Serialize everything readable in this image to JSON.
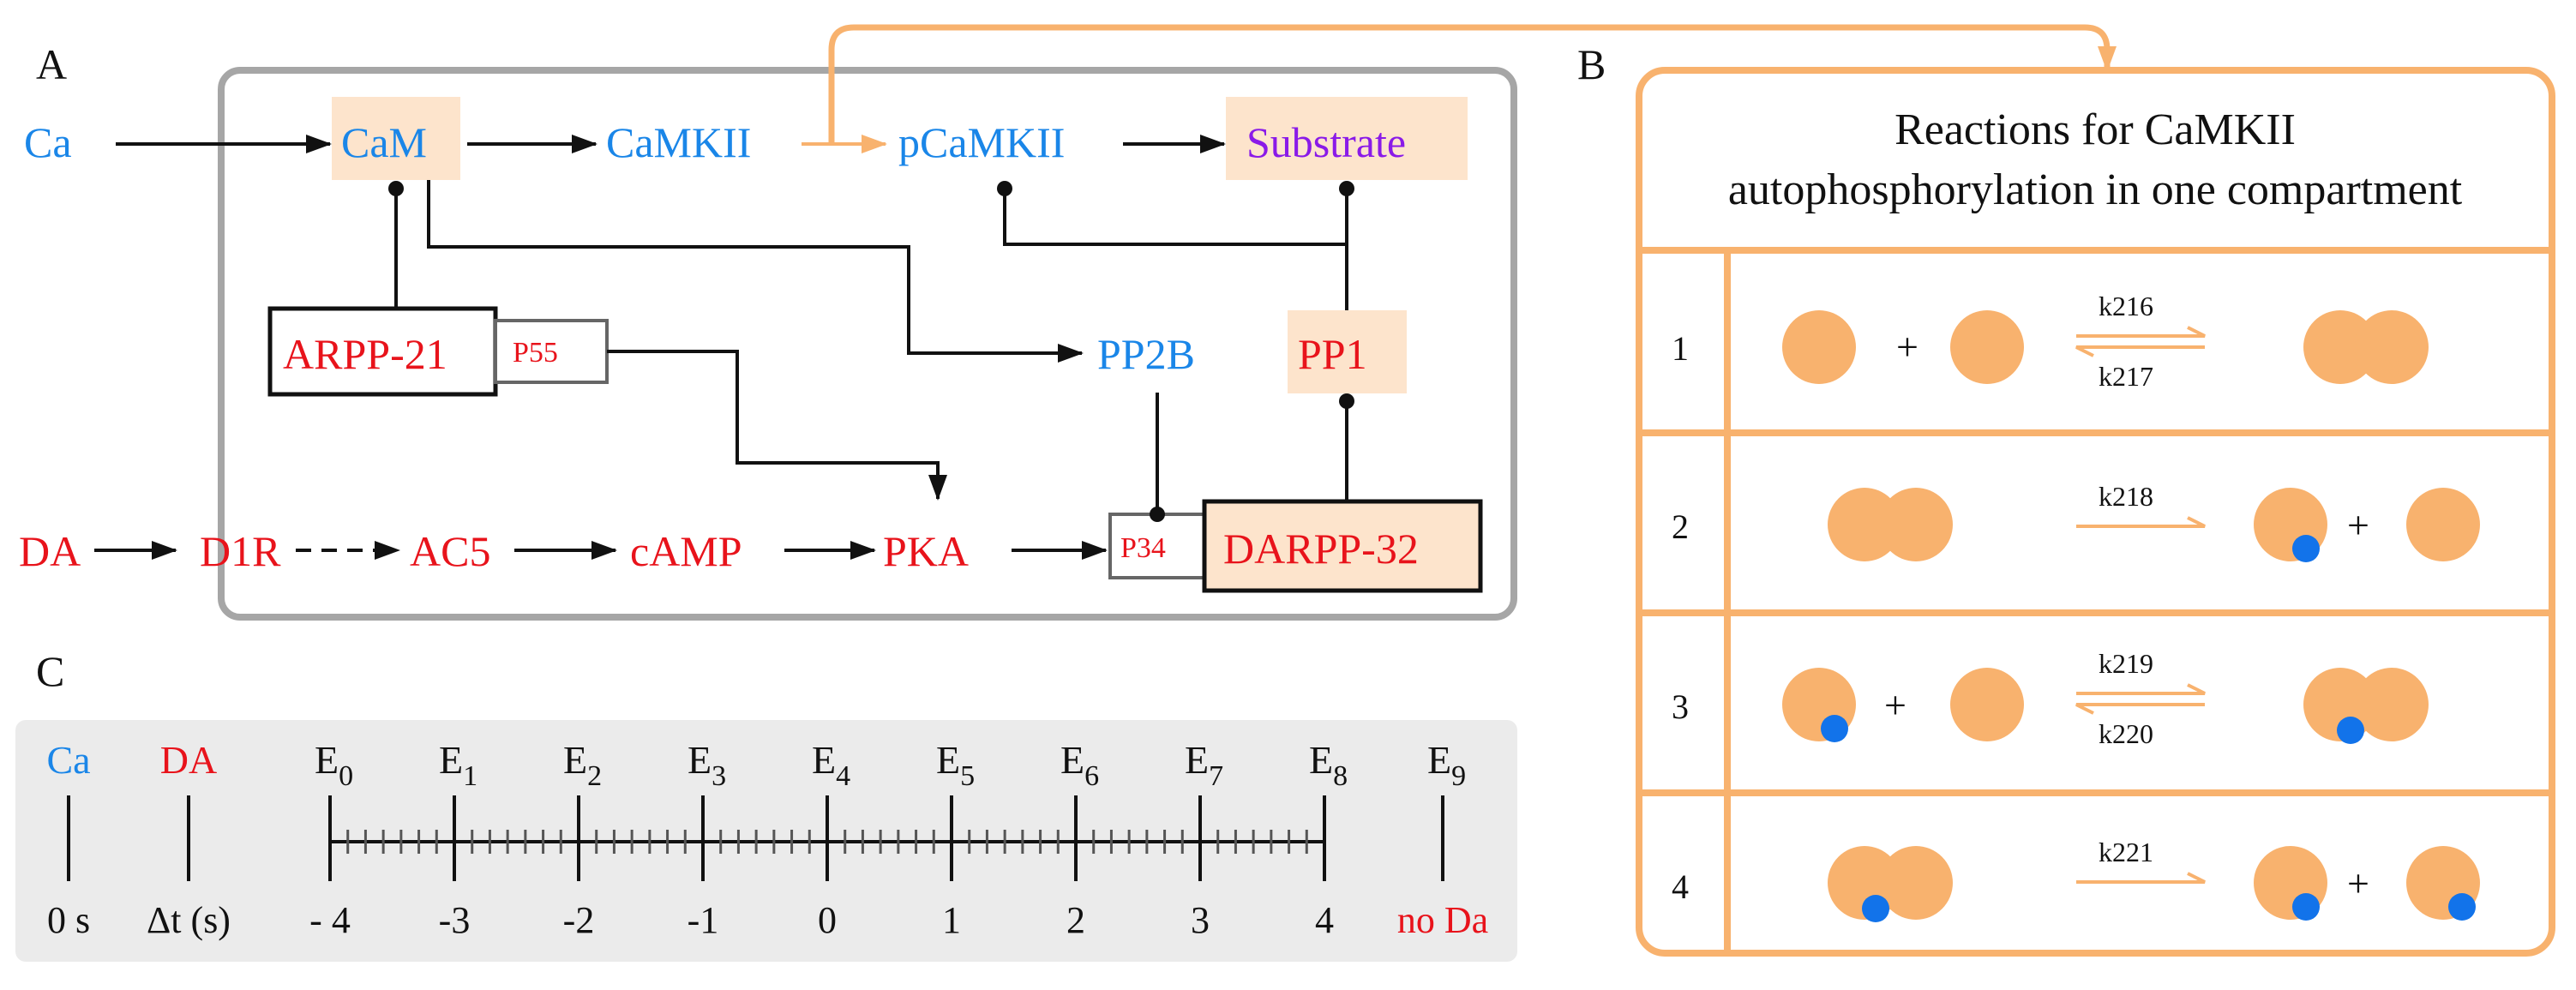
{
  "panels": {
    "a": "A",
    "b": "B",
    "c": "C"
  },
  "colors": {
    "blue": "#1a86e8",
    "red": "#e8131b",
    "purple": "#8a1ae8",
    "orange": "#f8b26e",
    "highlight": "#fde4cc",
    "gray_frame": "#a6a6a6",
    "timeline_bg": "#ebebeb",
    "phospho": "#1273ea"
  },
  "species": {
    "ca": "Ca",
    "cam": "CaM",
    "camkii": "CaMKII",
    "pcamkii": "pCaMKII",
    "substrate": "Substrate",
    "arpp21": "ARPP-21",
    "p55": "P55",
    "pp2b": "PP2B",
    "pp1": "PP1",
    "da": "DA",
    "d1r": "D1R",
    "ac5": "AC5",
    "camp": "cAMP",
    "pka": "PKA",
    "p34": "P34",
    "darpp32": "DARPP-32"
  },
  "reactions": {
    "title_line1": "Reactions for CaMKII",
    "title_line2": "autophosphorylation in one compartment",
    "rows": [
      {
        "num": "1",
        "k_fwd": "k216",
        "k_rev": "k217",
        "plus_left": "+",
        "plus_right": ""
      },
      {
        "num": "2",
        "k_fwd": "k218",
        "k_rev": "",
        "plus_left": "",
        "plus_right": "+"
      },
      {
        "num": "3",
        "k_fwd": "k219",
        "k_rev": "k220",
        "plus_left": "+",
        "plus_right": ""
      },
      {
        "num": "4",
        "k_fwd": "k221",
        "k_rev": "",
        "plus_left": "",
        "plus_right": "+"
      }
    ]
  },
  "timeline": {
    "ca_label": "Ca",
    "ca_time": "0 s",
    "da_label": "DA",
    "da_time": "Δt (s)",
    "events": [
      {
        "main": "E",
        "sub": "0",
        "time": "- 4"
      },
      {
        "main": "E",
        "sub": "1",
        "time": "-3"
      },
      {
        "main": "E",
        "sub": "2",
        "time": "-2"
      },
      {
        "main": "E",
        "sub": "3",
        "time": "-1"
      },
      {
        "main": "E",
        "sub": "4",
        "time": "0"
      },
      {
        "main": "E",
        "sub": "5",
        "time": "1"
      },
      {
        "main": "E",
        "sub": "6",
        "time": "2"
      },
      {
        "main": "E",
        "sub": "7",
        "time": "3"
      },
      {
        "main": "E",
        "sub": "8",
        "time": "4"
      }
    ],
    "final_event": {
      "main": "E",
      "sub": "9",
      "time": "no Da"
    }
  }
}
